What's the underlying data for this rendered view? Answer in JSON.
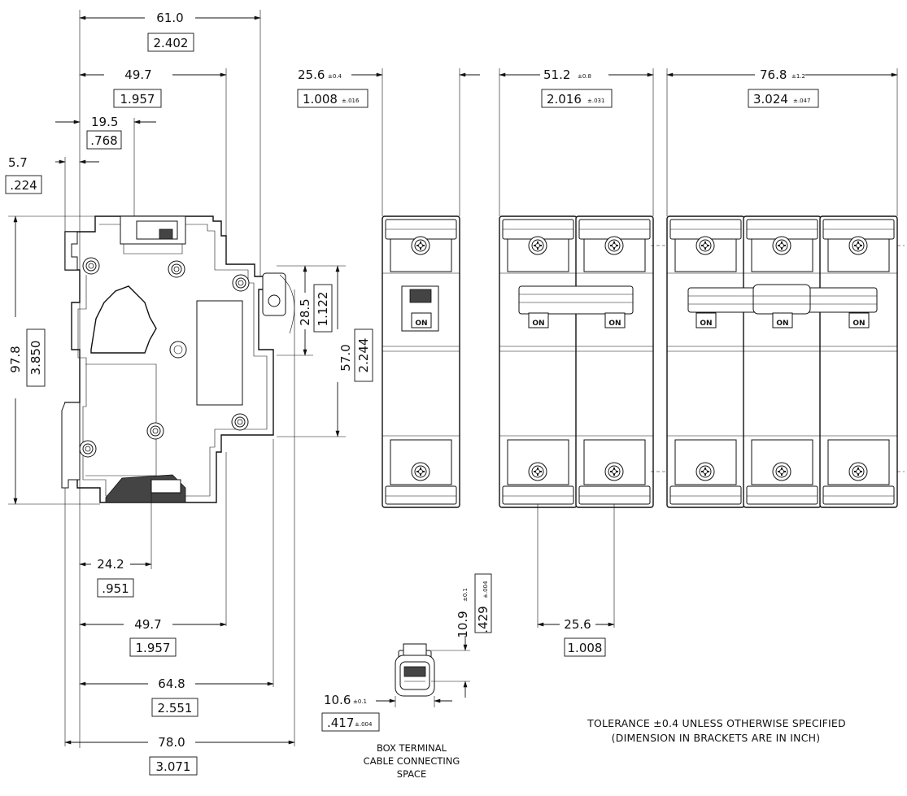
{
  "dimensions": {
    "overall_height_top": {
      "mm": "61.0",
      "inch": "2.402"
    },
    "top_49_7": {
      "mm": "49.7",
      "inch": "1.957"
    },
    "top_19_5": {
      "mm": "19.5",
      "inch": ".768"
    },
    "top_5_7": {
      "mm": "5.7",
      "inch": ".224"
    },
    "height_97_8": {
      "mm": "97.8",
      "inch": "3.850"
    },
    "lever_28_5": {
      "mm": "28.5",
      "inch": "1.122"
    },
    "body_57_0": {
      "mm": "57.0",
      "inch": "2.244"
    },
    "bottom_24_2": {
      "mm": "24.2",
      "inch": ".951"
    },
    "bottom_49_7": {
      "mm": "49.7",
      "inch": "1.957"
    },
    "bottom_64_8": {
      "mm": "64.8",
      "inch": "2.551"
    },
    "bottom_78_0": {
      "mm": "78.0",
      "inch": "3.071"
    },
    "pole1": {
      "mm": "25.6",
      "mm_tol": "±0.4",
      "inch": "1.008",
      "inch_tol": "±.016"
    },
    "pole2": {
      "mm": "51.2",
      "mm_tol": "±0.8",
      "inch": "2.016",
      "inch_tol": "±.031"
    },
    "pole3": {
      "mm": "76.8",
      "mm_tol": "±1.2",
      "inch": "3.024",
      "inch_tol": "±.047"
    },
    "pitch": {
      "mm": "25.6",
      "inch": "1.008"
    },
    "terminal_height": {
      "mm": "10.9",
      "mm_tol": "±0.1",
      "inch": ".429",
      "inch_tol": "±.004"
    },
    "terminal_width": {
      "mm": "10.6",
      "mm_tol": "±0.1",
      "inch": ".417",
      "inch_tol": "±.004"
    }
  },
  "switch_label": "ON",
  "caption": {
    "line1": "BOX TERMINAL",
    "line2": "CABLE CONNECTING",
    "line3": "SPACE"
  },
  "notes": {
    "line1": "TOLERANCE ±0.4 UNLESS OTHERWISE SPECIFIED",
    "line2": "(DIMENSION IN BRACKETS ARE IN INCH)"
  }
}
